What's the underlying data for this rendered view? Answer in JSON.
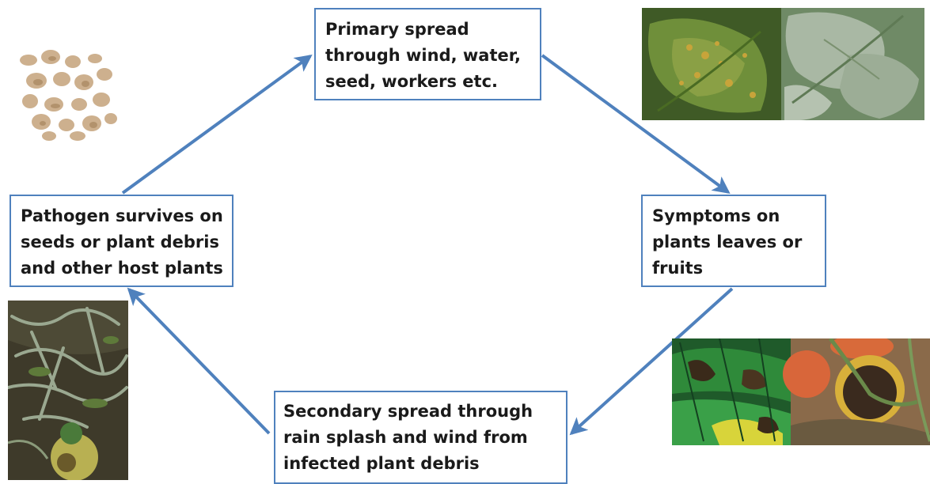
{
  "diagram": {
    "stages": [
      "Primary spread\nthrough wind, water,\nseed, workers etc.",
      "Symptoms on\nplants leaves or\nfruits",
      "Secondary spread through\nrain splash and wind from\ninfected plant debris",
      "Pathogen survives on\nseeds or plant debris\nand other host plants"
    ]
  },
  "colors": {
    "arrow": "#4f81bd",
    "box_border": "#4f81bd",
    "text": "#1a1a1a"
  },
  "images": [
    {
      "name": "spores-photo"
    },
    {
      "name": "infected-leaves-photo"
    },
    {
      "name": "leaf-and-fruit-symptoms-photo"
    },
    {
      "name": "plant-debris-photo"
    }
  ]
}
